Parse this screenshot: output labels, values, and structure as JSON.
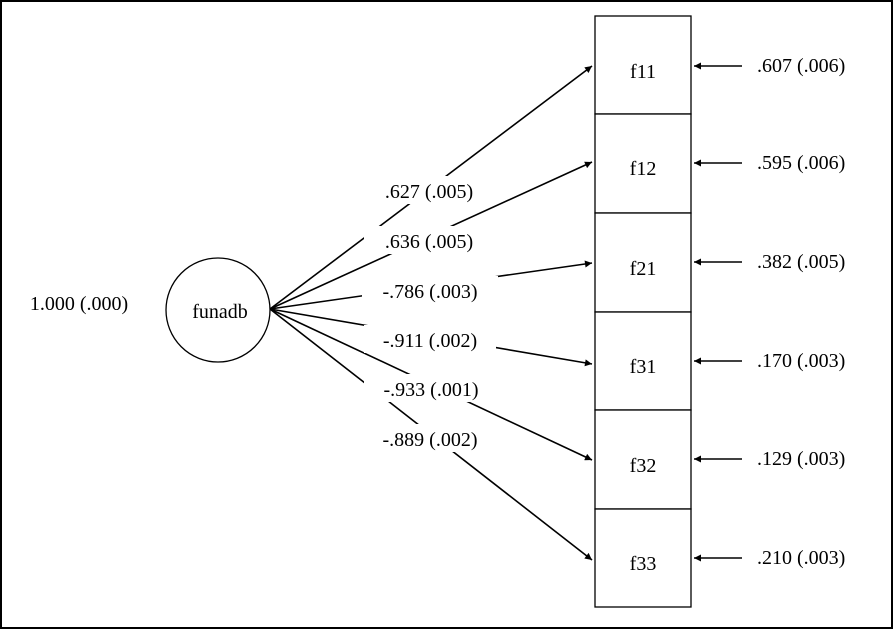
{
  "latent": {
    "name": "funadb",
    "variance": "1.000 (.000)"
  },
  "indicators": [
    {
      "name": "f11",
      "loading": ".627 (.005)",
      "residual": ".607 (.006)"
    },
    {
      "name": "f12",
      "loading": ".636 (.005)",
      "residual": ".595 (.006)"
    },
    {
      "name": "f21",
      "loading": "-.786 (.003)",
      "residual": ".382 (.005)"
    },
    {
      "name": "f31",
      "loading": "-.911 (.002)",
      "residual": ".170 (.003)"
    },
    {
      "name": "f32",
      "loading": "-.933 (.001)",
      "residual": ".129 (.003)"
    },
    {
      "name": "f33",
      "loading": "-.889 (.002)",
      "residual": ".210 (.003)"
    }
  ]
}
